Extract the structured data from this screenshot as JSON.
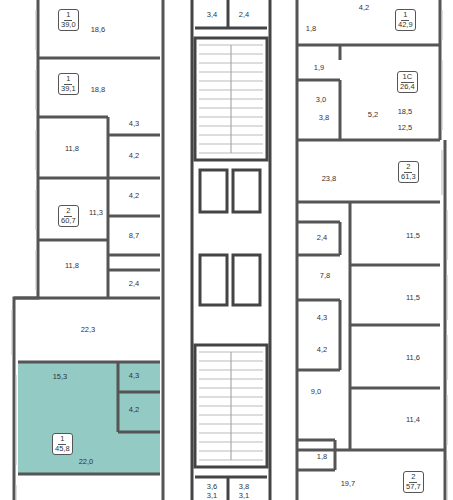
{
  "diagram": {
    "nodes": [
      {
        "text": [
          "1",
          "39,0"
        ]
      },
      {
        "text": [
          "1",
          "39,1"
        ]
      },
      {
        "text": [
          "2",
          "60,7"
        ]
      },
      {
        "text": [
          "1",
          "45,8"
        ]
      },
      {
        "text": [
          "1",
          "42,9"
        ]
      },
      {
        "text": [
          "1С",
          "26,4"
        ]
      },
      {
        "text": [
          "2",
          "61,3"
        ]
      },
      {
        "text": [
          "2",
          "57,7"
        ]
      }
    ],
    "labels": [
      "18,6",
      "18,8",
      "4,3",
      "11,8",
      "4,2",
      "4,2",
      "11,3",
      "8,7",
      "11,8",
      "2,4",
      "22,3",
      "15,3",
      "4,3",
      "4,2",
      "22,0",
      "3,4",
      "2,4",
      "3,6",
      "3,8",
      "3,1",
      "3,1",
      "4,2",
      "1,8",
      "18,5",
      "1,9",
      "3,0",
      "5,2",
      "3,8",
      "12,5",
      "23,8",
      "2,4",
      "11,5",
      "7,8",
      "11,5",
      "4,3",
      "4,2",
      "11,6",
      "9,0",
      "11,4",
      "1,8",
      "19,7"
    ]
  }
}
